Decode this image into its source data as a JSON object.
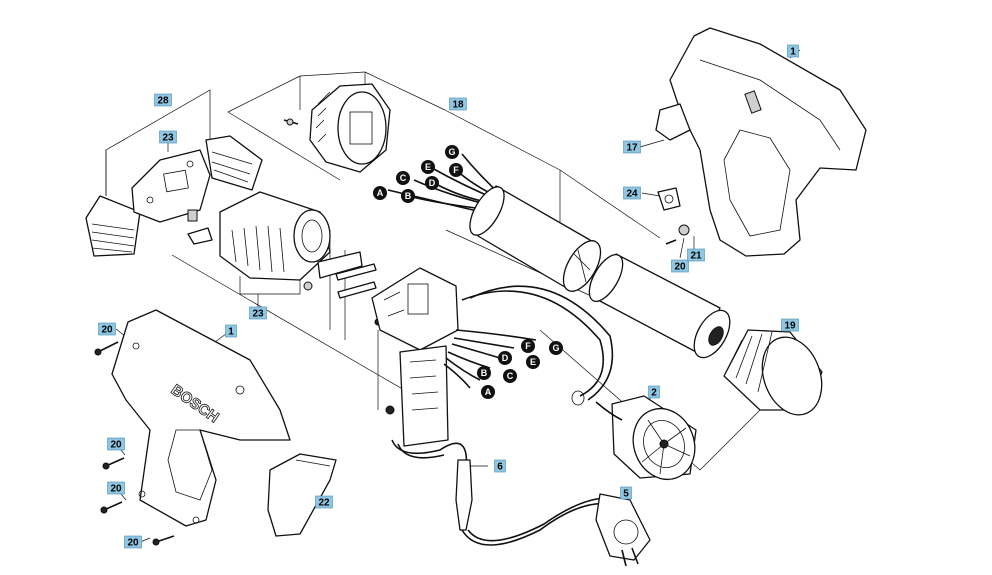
{
  "diagram": {
    "brand": "BOSCH",
    "part_labels": [
      {
        "id": "p1a",
        "text": "1"
      },
      {
        "id": "p1b",
        "text": "1"
      },
      {
        "id": "p2",
        "text": "2"
      },
      {
        "id": "p5",
        "text": "5"
      },
      {
        "id": "p6",
        "text": "6"
      },
      {
        "id": "p17",
        "text": "17"
      },
      {
        "id": "p18",
        "text": "18"
      },
      {
        "id": "p19",
        "text": "19"
      },
      {
        "id": "p20a",
        "text": "20"
      },
      {
        "id": "p20b",
        "text": "20"
      },
      {
        "id": "p20c",
        "text": "20"
      },
      {
        "id": "p20d",
        "text": "20"
      },
      {
        "id": "p20e",
        "text": "20"
      },
      {
        "id": "p21",
        "text": "21"
      },
      {
        "id": "p22",
        "text": "22"
      },
      {
        "id": "p23a",
        "text": "23"
      },
      {
        "id": "p23b",
        "text": "23"
      },
      {
        "id": "p24",
        "text": "24"
      },
      {
        "id": "p28",
        "text": "28"
      }
    ],
    "wire_labels_top": [
      "A",
      "B",
      "C",
      "D",
      "E",
      "F",
      "G"
    ],
    "wire_labels_bottom": [
      "A",
      "B",
      "C",
      "D",
      "E",
      "F",
      "G"
    ]
  }
}
